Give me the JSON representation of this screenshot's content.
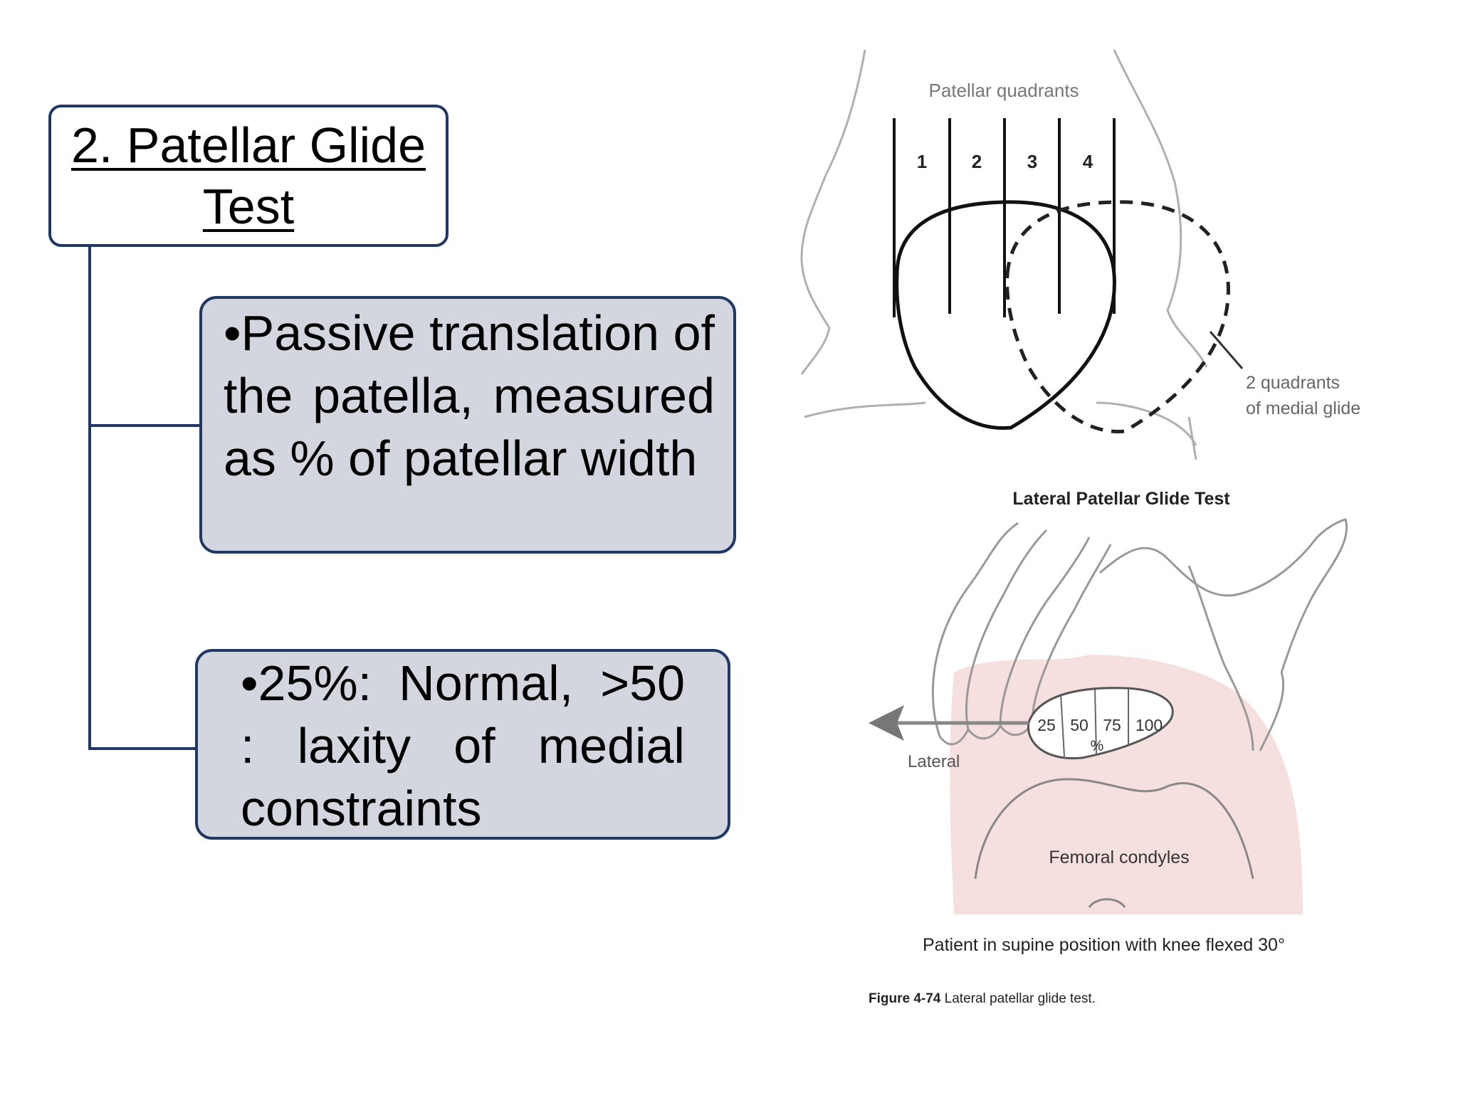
{
  "title": {
    "line1": "2. Patellar Glide",
    "line2": "Test"
  },
  "bullets": [
    "•Passive translation of the patella, measured as % of patellar width",
    "•25%: Normal, >50 : laxity of medial constraints"
  ],
  "figure_top": {
    "heading": "Patellar quadrants",
    "quadrant_labels": [
      "1",
      "2",
      "3",
      "4"
    ],
    "callout_line1": "2 quadrants",
    "callout_line2": "of medial glide"
  },
  "figure_bottom": {
    "title": "Lateral Patellar Glide Test",
    "scale_values": [
      "25",
      "50",
      "75",
      "100"
    ],
    "scale_unit": "%",
    "direction_label": "Lateral",
    "structure_label": "Femoral condyles",
    "position_note": "Patient in supine position with knee flexed 30°",
    "caption_bold": "Figure 4-74",
    "caption_rest": " Lateral patellar glide test."
  }
}
